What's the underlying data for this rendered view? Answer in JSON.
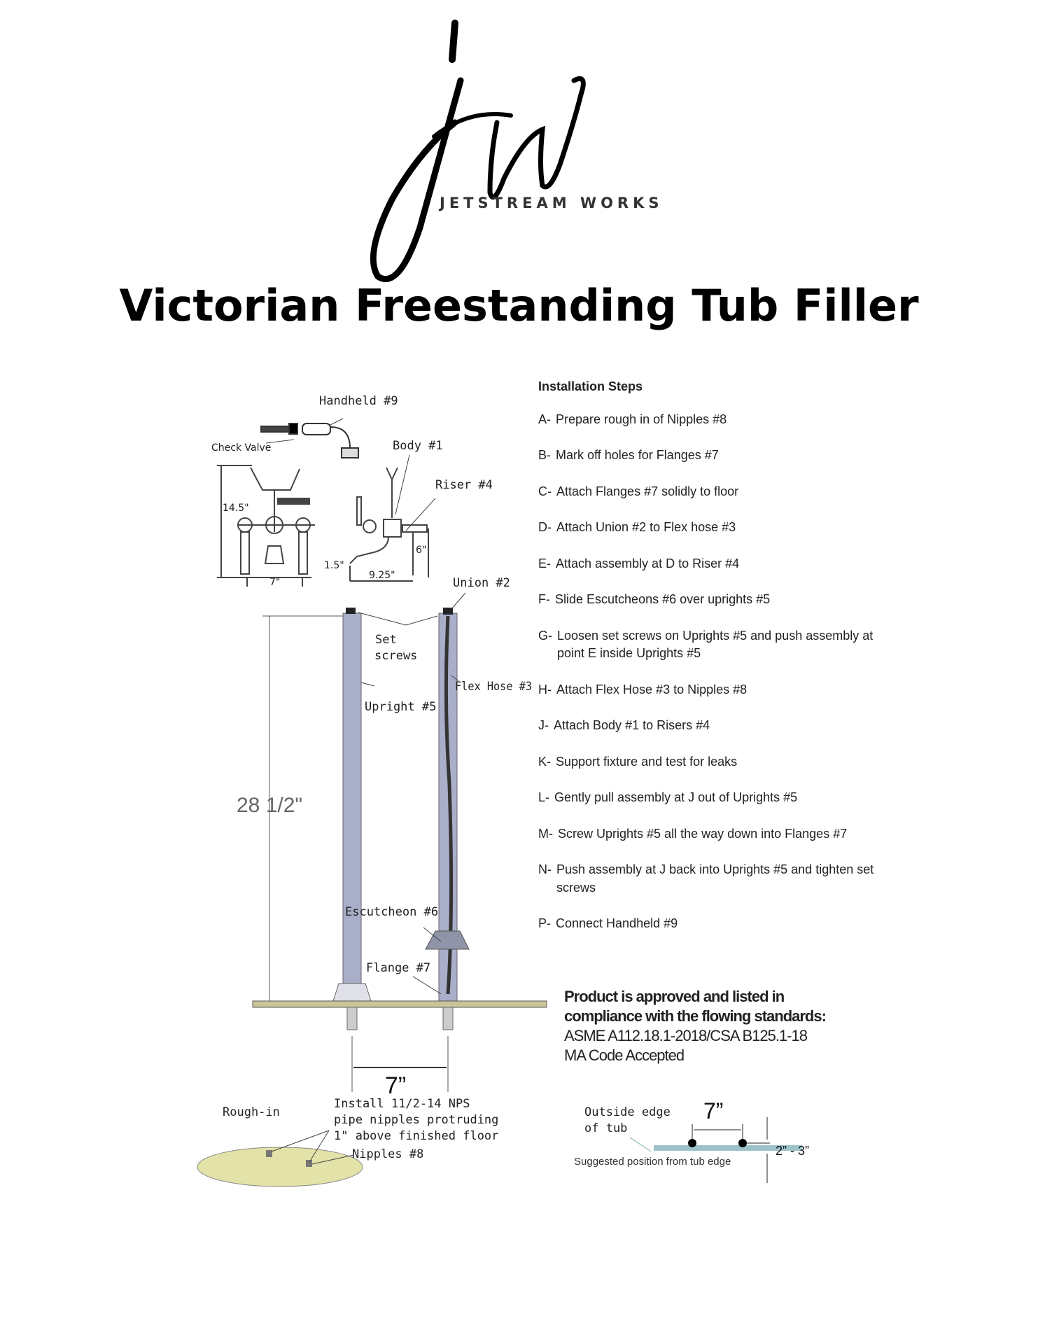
{
  "logo": {
    "monogram": "jw",
    "brand": "JETSTREAM WORKS"
  },
  "title": "Victorian Freestanding Tub Filler",
  "diagram": {
    "labels": {
      "handheld": "Handheld #9",
      "check_valve": "Check Valve",
      "body": "Body #1",
      "riser": "Riser #4",
      "union": "Union #2",
      "set_screws_1": "Set",
      "set_screws_2": "screws",
      "flex_hose": "Flex Hose #3",
      "upright": "Upright #5",
      "escutcheon": "Escutcheon #6",
      "flange": "Flange #7",
      "height": "28 1/2\"",
      "spacing": "7”",
      "rough_in": "Rough-in",
      "install_1": "Install 11/2-14 NPS",
      "install_2": "pipe nipples protruding",
      "install_3": "1\" above finished floor",
      "nipples": "Nipples #8"
    },
    "small_dims": {
      "height": "14.5\"",
      "width": "7\"",
      "drop": "1.5\"",
      "reach": "9.25\"",
      "riser": "6\""
    }
  },
  "installation": {
    "heading": "Installation Steps",
    "steps": [
      {
        "key": "A-",
        "text": "Prepare rough in of Nipples #8"
      },
      {
        "key": "B-",
        "text": "Mark off holes for Flanges #7"
      },
      {
        "key": "C-",
        "text": "Attach Flanges #7 solidly to floor"
      },
      {
        "key": "D-",
        "text": "Attach Union #2 to Flex hose #3"
      },
      {
        "key": "E-",
        "text": "Attach assembly at D to Riser #4"
      },
      {
        "key": "F-",
        "text": "Slide Escutcheons #6 over uprights #5"
      },
      {
        "key": "G-",
        "text": "Loosen set screws on Uprights #5 and push assembly at point E inside Uprights #5"
      },
      {
        "key": "H-",
        "text": "Attach Flex Hose #3 to Nipples #8"
      },
      {
        "key": "J-",
        "text": "Attach Body #1 to Risers #4"
      },
      {
        "key": "K-",
        "text": "Support fixture and test for leaks"
      },
      {
        "key": "L-",
        "text": "Gently pull assembly at J out of Uprights #5"
      },
      {
        "key": "M-",
        "text": "Screw Uprights #5 all the way down into Flanges #7"
      },
      {
        "key": "N-",
        "text": "Push assembly at J back into Uprights #5 and tighten set screws"
      },
      {
        "key": "P-",
        "text": "Connect Handheld #9"
      }
    ]
  },
  "compliance": {
    "line1": "Product is approved and listed in",
    "line2": "compliance with the flowing standards:",
    "line3": "ASME A112.18.1-2018/CSA B125.1-18",
    "line4": "MA Code Accepted"
  },
  "tub_position": {
    "outside_1": "Outside edge",
    "outside_2": "of tub",
    "spacing": "7”",
    "distance": "2” - 3”",
    "caption": "Suggested position from tub edge"
  },
  "colors": {
    "pipe": "#a9aec9",
    "flange_plate": "#c9c79a",
    "tub_edge": "#9cc3c9"
  }
}
